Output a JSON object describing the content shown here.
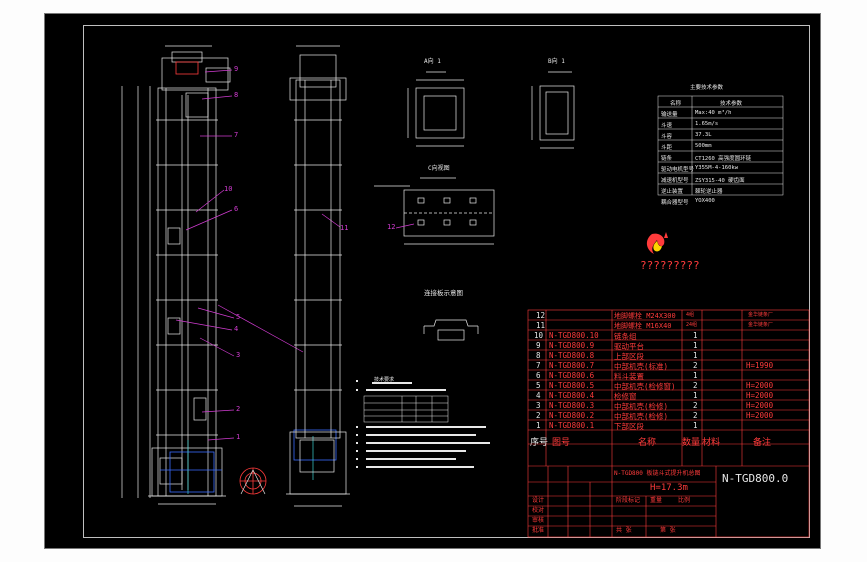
{
  "colors": {
    "sheet_bg": "#000000",
    "line_white": "#e8e8e8",
    "line_red": "#ff3b3b",
    "line_magenta": "#d23cd2",
    "line_blue": "#3a6cff",
    "line_cyan": "#3cd2d2",
    "title_yellow": "#ffd400"
  },
  "front_view": {
    "callouts": [
      "9",
      "8",
      "7",
      "10",
      "6",
      "5",
      "4",
      "3",
      "2",
      "1"
    ]
  },
  "side_view": {
    "callouts": [
      "11"
    ]
  },
  "section_a": {
    "title": "A向 1"
  },
  "section_b": {
    "title": "B向 1"
  },
  "section_c": {
    "title": "C向视图"
  },
  "plate": {
    "callout": "12"
  },
  "connection": {
    "title": "连接板示意图"
  },
  "notes": {
    "heading": "技术要求"
  },
  "tech_table": {
    "title": "主要技术参数",
    "header": [
      "名称",
      "技术参数"
    ],
    "rows": [
      [
        "输送量",
        "Max:40 m³/h"
      ],
      [
        "斗速",
        "1.65m/s"
      ],
      [
        "斗容",
        "37.3L"
      ],
      [
        "斗距",
        "500mm"
      ],
      [
        "链条",
        "CT1260 高强度圆环链"
      ],
      [
        "驱动电机型号",
        "Y355M-4-160kw"
      ],
      [
        "减速机型号",
        "ZSY315-40 硬齿面"
      ],
      [
        "逆止装置",
        "棘轮逆止器"
      ],
      [
        "耦合器型号",
        "YOX400"
      ]
    ]
  },
  "logo": {
    "caption": "?????????"
  },
  "parts_list": {
    "rows": [
      [
        "12",
        "",
        "地脚螺栓 M24X300",
        "4组",
        "",
        "金华链条厂"
      ],
      [
        "11",
        "",
        "地脚螺栓 M16X40",
        "24组",
        "",
        "金华链条厂"
      ],
      [
        "10",
        "N-TGD800.10",
        "链条组",
        "1",
        "",
        ""
      ],
      [
        "9",
        "N-TGD800.9",
        "驱动平台",
        "1",
        "",
        ""
      ],
      [
        "8",
        "N-TGD800.8",
        "上部区段",
        "1",
        "",
        ""
      ],
      [
        "7",
        "N-TGD800.7",
        "中部机壳(标准)",
        "2",
        "",
        "H=1990"
      ],
      [
        "6",
        "N-TGD800.6",
        "料斗装置",
        "1",
        "",
        ""
      ],
      [
        "5",
        "N-TGD800.5",
        "中部机壳(检修窗)",
        "2",
        "",
        "H=2000"
      ],
      [
        "4",
        "N-TGD800.4",
        "检修窗",
        "1",
        "",
        "H=2000"
      ],
      [
        "3",
        "N-TGD800.3",
        "中部机壳(检修)",
        "2",
        "",
        "H=2000"
      ],
      [
        "2",
        "N-TGD800.2",
        "中部机壳(检修)",
        "2",
        "",
        "H=2000"
      ],
      [
        "1",
        "N-TGD800.1",
        "下部区段",
        "1",
        "",
        ""
      ]
    ],
    "header": [
      "序号",
      "图号",
      "名称",
      "数量",
      "材料",
      "备注"
    ]
  },
  "title_block": {
    "drawing_no": "N-TGD800.0",
    "name": "N-TGD800 板链斗式提升机总图",
    "height": "H=17.3m",
    "labels": [
      "设计",
      "校对",
      "审核",
      "批准",
      "阶段标记",
      "重量",
      "比例",
      "共 张",
      "第 张"
    ]
  }
}
